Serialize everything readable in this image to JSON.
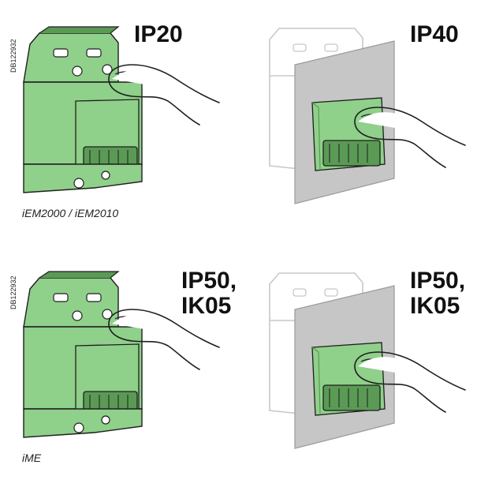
{
  "ref_code": "DB122932",
  "colors": {
    "module_green": "#8fd08a",
    "module_green_dark": "#5a9a55",
    "outline": "#1e1e1e",
    "ghost": "#c8c8c8",
    "plate": "#c6c6c6"
  },
  "panels": [
    {
      "label": "IP20",
      "caption": "iEM2000 / iEM2010",
      "variant": "open-module"
    },
    {
      "label": "IP40",
      "caption": "",
      "variant": "covered-module"
    },
    {
      "label": "IP50,\nIK05",
      "caption": "iME",
      "variant": "open-module"
    },
    {
      "label": "IP50,\nIK05",
      "caption": "",
      "variant": "covered-module"
    }
  ]
}
